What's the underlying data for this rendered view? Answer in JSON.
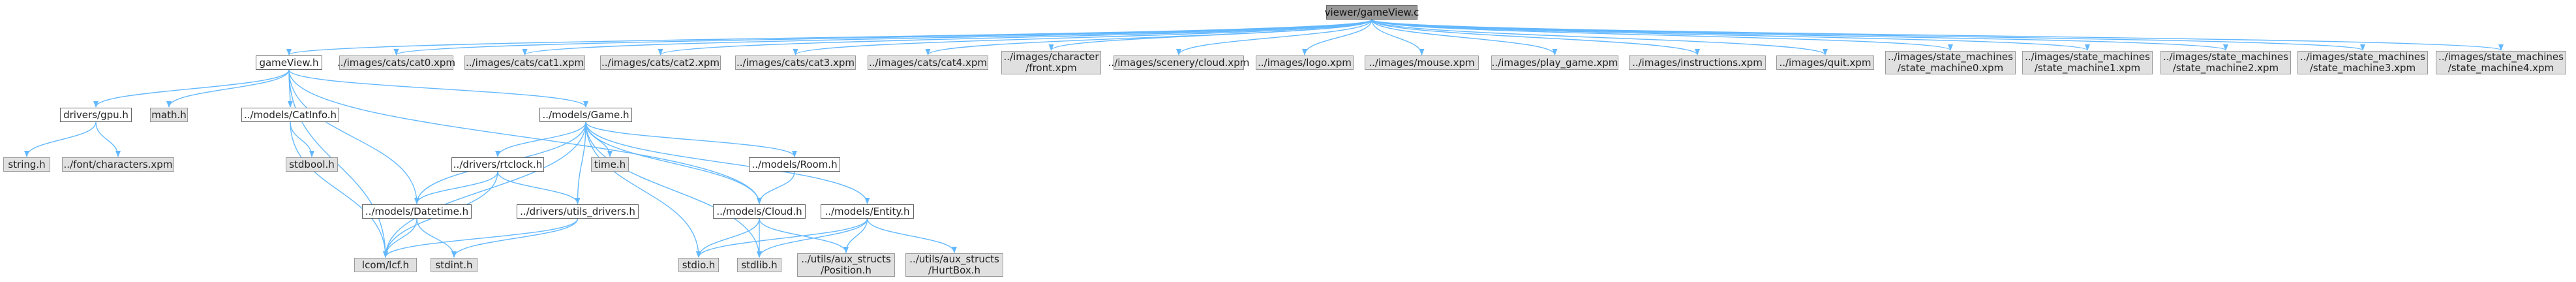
{
  "diagram": {
    "type": "include-dependency-graph",
    "colors": {
      "edge": "#63b8ff",
      "root_fill": "#999999",
      "external_fill": "#e0e0e0",
      "local_fill": "#ffffff",
      "border": "#666666"
    },
    "nodes": {
      "root": "viewer/gameView.c",
      "gameView_h": "gameView.h",
      "cat0": "../images/cats/cat0.xpm",
      "cat1": "../images/cats/cat1.xpm",
      "cat2": "../images/cats/cat2.xpm",
      "cat3": "../images/cats/cat3.xpm",
      "cat4": "../images/cats/cat4.xpm",
      "charfront": "../images/character\n/front.xpm",
      "cloud_xpm": "../images/scenery/cloud.xpm",
      "logo": "../images/logo.xpm",
      "mouse": "../images/mouse.xpm",
      "play": "../images/play_game.xpm",
      "instr": "../images/instructions.xpm",
      "quit": "../images/quit.xpm",
      "sm0": "../images/state_machines\n/state_machine0.xpm",
      "sm1": "../images/state_machines\n/state_machine1.xpm",
      "sm2": "../images/state_machines\n/state_machine2.xpm",
      "sm3": "../images/state_machines\n/state_machine3.xpm",
      "sm4": "../images/state_machines\n/state_machine4.xpm",
      "gpu": "drivers/gpu.h",
      "math": "math.h",
      "catinfo": "../models/CatInfo.h",
      "game": "../models/Game.h",
      "string": "string.h",
      "font": "../font/characters.xpm",
      "stdbool": "stdbool.h",
      "rtc": "../drivers/rtclock.h",
      "time": "time.h",
      "room": "../models/Room.h",
      "datetime": "../models/Datetime.h",
      "utils": "../drivers/utils_drivers.h",
      "cloud_h": "../models/Cloud.h",
      "entity": "../models/Entity.h",
      "lcf": "lcom/lcf.h",
      "stdint": "stdint.h",
      "stdio": "stdio.h",
      "stdlib": "stdlib.h",
      "position": "../utils/aux_structs\n/Position.h",
      "hurtbox": "../utils/aux_structs\n/HurtBox.h"
    },
    "edges": [
      [
        "root",
        "gameView_h"
      ],
      [
        "root",
        "cat0"
      ],
      [
        "root",
        "cat1"
      ],
      [
        "root",
        "cat2"
      ],
      [
        "root",
        "cat3"
      ],
      [
        "root",
        "cat4"
      ],
      [
        "root",
        "charfront"
      ],
      [
        "root",
        "cloud_xpm"
      ],
      [
        "root",
        "logo"
      ],
      [
        "root",
        "mouse"
      ],
      [
        "root",
        "play"
      ],
      [
        "root",
        "instr"
      ],
      [
        "root",
        "quit"
      ],
      [
        "root",
        "sm0"
      ],
      [
        "root",
        "sm1"
      ],
      [
        "root",
        "sm2"
      ],
      [
        "root",
        "sm3"
      ],
      [
        "root",
        "sm4"
      ],
      [
        "gameView_h",
        "gpu"
      ],
      [
        "gameView_h",
        "math"
      ],
      [
        "gameView_h",
        "catinfo"
      ],
      [
        "gameView_h",
        "game"
      ],
      [
        "gameView_h",
        "lcf"
      ],
      [
        "gameView_h",
        "datetime"
      ],
      [
        "gameView_h",
        "cloud_h"
      ],
      [
        "gpu",
        "string"
      ],
      [
        "gpu",
        "font"
      ],
      [
        "catinfo",
        "stdbool"
      ],
      [
        "catinfo",
        "lcf"
      ],
      [
        "game",
        "rtc"
      ],
      [
        "game",
        "time"
      ],
      [
        "game",
        "room"
      ],
      [
        "game",
        "datetime"
      ],
      [
        "game",
        "utils"
      ],
      [
        "game",
        "cloud_h"
      ],
      [
        "game",
        "lcf"
      ],
      [
        "game",
        "stdio"
      ],
      [
        "game",
        "stdlib"
      ],
      [
        "game",
        "entity"
      ],
      [
        "rtc",
        "datetime"
      ],
      [
        "rtc",
        "utils"
      ],
      [
        "rtc",
        "lcf"
      ],
      [
        "room",
        "cloud_h"
      ],
      [
        "datetime",
        "lcf"
      ],
      [
        "datetime",
        "stdint"
      ],
      [
        "utils",
        "lcf"
      ],
      [
        "utils",
        "stdint"
      ],
      [
        "cloud_h",
        "stdio"
      ],
      [
        "cloud_h",
        "stdlib"
      ],
      [
        "cloud_h",
        "position"
      ],
      [
        "entity",
        "stdio"
      ],
      [
        "entity",
        "stdlib"
      ],
      [
        "entity",
        "position"
      ],
      [
        "entity",
        "hurtbox"
      ]
    ]
  }
}
